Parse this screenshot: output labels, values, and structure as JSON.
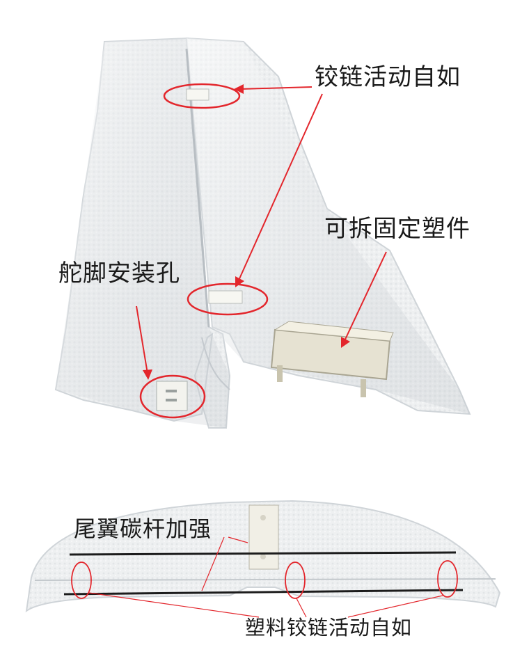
{
  "labels": {
    "hinge_top": "铰链活动自如",
    "plastic_part": "可拆固定塑件",
    "rudder_horn": "舵脚安装孔",
    "carbon_rod": "尾翼碳杆加强",
    "hinge_bottom": "塑料铰链活动自如"
  },
  "colors": {
    "foam": "#eef0f1",
    "annotation": "#e3262c",
    "text": "#1a1a1a",
    "carbon": "#1c1c1c"
  }
}
